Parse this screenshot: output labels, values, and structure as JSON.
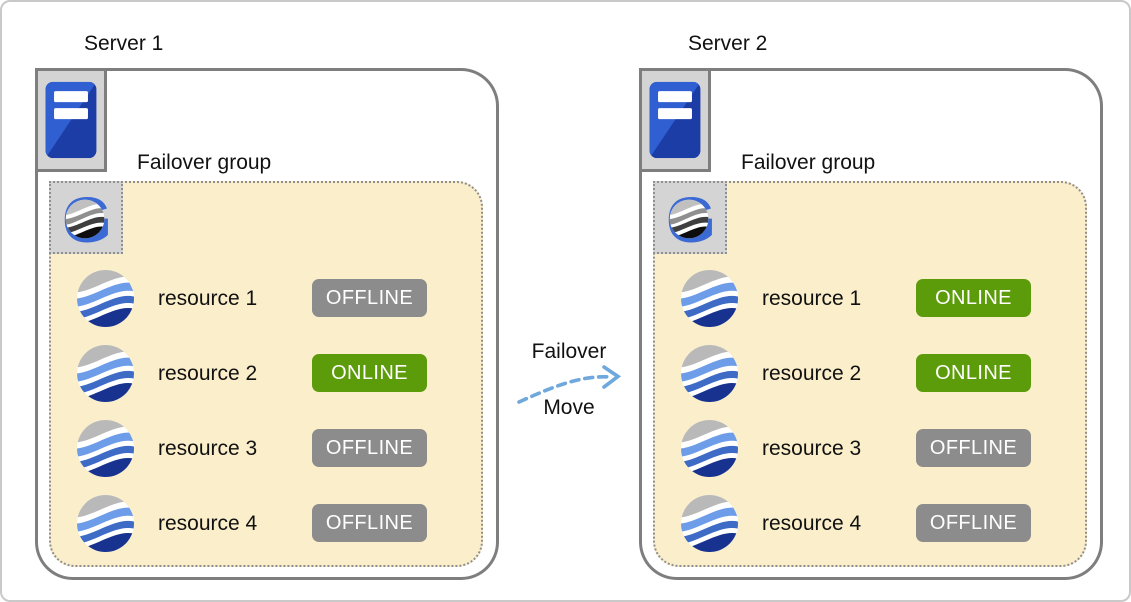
{
  "servers": [
    {
      "title": "Server 1",
      "group_label": "Failover group",
      "resources": [
        {
          "name": "resource 1",
          "status": "OFFLINE"
        },
        {
          "name": "resource 2",
          "status": "ONLINE"
        },
        {
          "name": "resource 3",
          "status": "OFFLINE"
        },
        {
          "name": "resource 4",
          "status": "OFFLINE"
        }
      ]
    },
    {
      "title": "Server 2",
      "group_label": "Failover group",
      "resources": [
        {
          "name": "resource 1",
          "status": "ONLINE"
        },
        {
          "name": "resource 2",
          "status": "ONLINE"
        },
        {
          "name": "resource 3",
          "status": "OFFLINE"
        },
        {
          "name": "resource 4",
          "status": "OFFLINE"
        }
      ]
    }
  ],
  "middle": {
    "failover_label": "Failover",
    "move_label": "Move"
  },
  "icons": {
    "server": "server-tower-icon",
    "group": "failover-group-g-globe-icon",
    "resource": "resource-globe-icon",
    "arrow": "dashed-move-arrow-icon"
  },
  "colors": {
    "online_badge": "#5C9B0A",
    "offline_badge": "#8C8C8C",
    "group_fill": "#FBEECB",
    "arrow_blue": "#6FA8DC",
    "server_blue": "#2F5FD0",
    "g_blue": "#3B6AD4"
  }
}
